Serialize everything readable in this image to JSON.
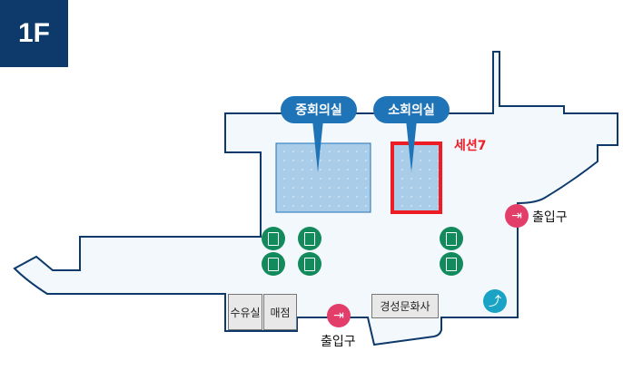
{
  "floor": "1F",
  "rooms": {
    "medium_meeting": "중회의실",
    "small_meeting": "소회의실",
    "nursing": "수유실",
    "store": "매점",
    "gyeongseong": "경성문화사"
  },
  "session_label": "세션7",
  "exit_label": "출입구",
  "colors": {
    "highlight": "#ee1c24",
    "floor_outline": "#0d3a6b",
    "pill": "#1f74b8",
    "elevator": "#138a5c",
    "exit": "#e33d6a",
    "escalator": "#1aa3c4"
  }
}
